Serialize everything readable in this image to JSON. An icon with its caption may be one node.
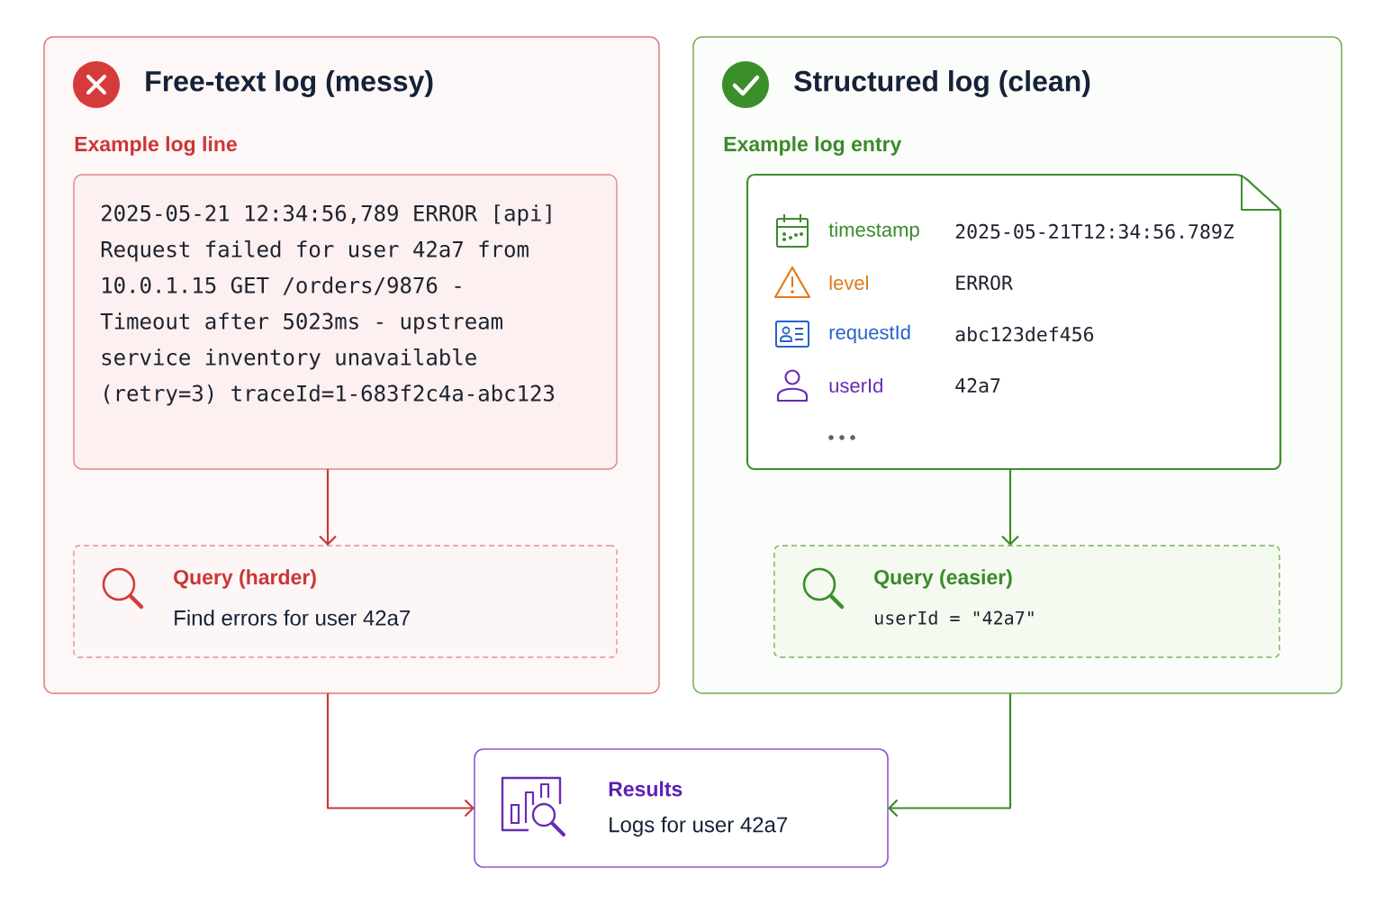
{
  "diagram": {
    "nodes": [
      {
        "text": [
          "Free-text log (messy)"
        ]
      },
      {
        "text": [
          "Example log line",
          "2025-05-21 12:34:56,789 ERROR [api] Request failed for user 42a7 from 10.0.1.15 GET /orders/9876 - Timeout after 5023ms - upstream service inventory unavailable (retry=3) traceId=1-683f2c4a-abc123"
        ],
        "in": 0
      },
      {
        "text": [
          "Query (harder)",
          "Find errors for user 42a7"
        ],
        "in": 0
      },
      {
        "text": [
          "Structured log (clean)"
        ]
      },
      {
        "text": [
          "Example log entry",
          "timestamp",
          "2025-05-21T12:34:56.789Z",
          "level",
          "ERROR",
          "requestId",
          "abc123def456",
          "userId",
          "42a7"
        ],
        "in": 3
      },
      {
        "text": [
          "Query (easier)",
          "userId = \"42a7\""
        ],
        "in": 3
      },
      {
        "text": [
          "Results",
          "Logs for user 42a7"
        ]
      }
    ],
    "edges": [
      {
        "from": 1,
        "to": 2,
        "arrow": "to",
        "color": "#c73a3a"
      },
      {
        "from": 4,
        "to": 5,
        "arrow": "to",
        "color": "#3d8b2a"
      },
      {
        "from": 0,
        "to": 6,
        "arrow": "to",
        "color": "#c73a3a"
      },
      {
        "from": 3,
        "to": 6,
        "arrow": "to",
        "color": "#3d8b2a"
      }
    ]
  }
}
